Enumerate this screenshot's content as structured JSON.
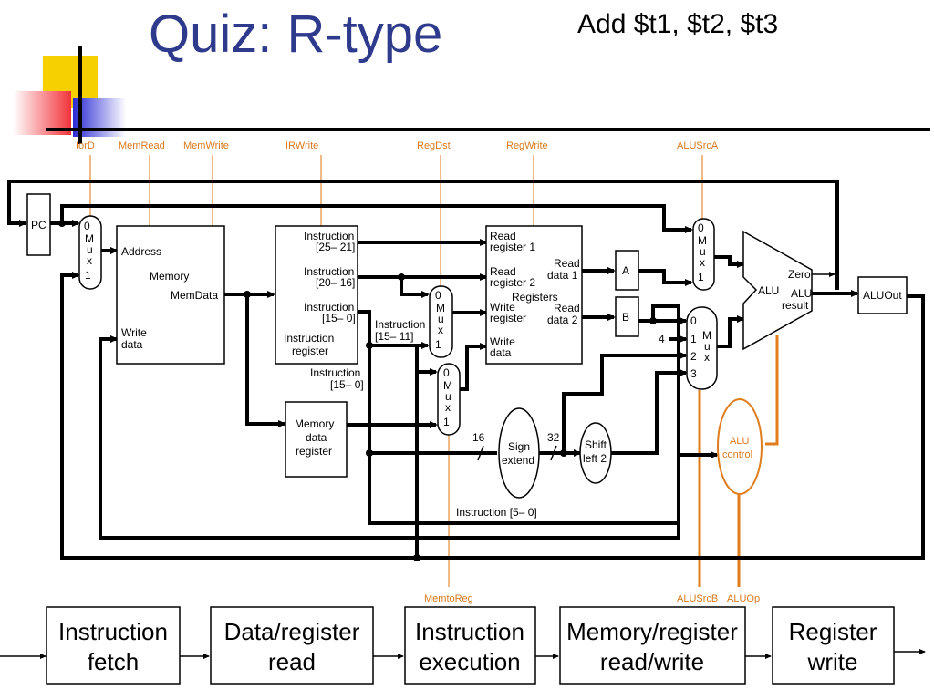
{
  "title": "Quiz: R-type",
  "subtitle": "Add $t1, $t2, $t3",
  "controls": {
    "iord": "IorD",
    "memread": "MemRead",
    "memwrite": "MemWrite",
    "irwrite": "IRWrite",
    "regdst": "RegDst",
    "regwrite": "RegWrite",
    "alusrca": "ALUSrcA",
    "memtoreg": "MemtoReg",
    "alusrcb": "ALUSrcB",
    "aluop": "ALUOp"
  },
  "blocks": {
    "pc": "PC",
    "memory": {
      "address": "Address",
      "name": "Memory",
      "memdata": "MemData",
      "write": "Write",
      "data": "data"
    },
    "ir": {
      "i1a": "Instruction",
      "i1b": "[25– 21]",
      "i2a": "Instruction",
      "i2b": "[20– 16]",
      "i3a": "Instruction",
      "i3b": "[15– 0]",
      "n1": "Instruction",
      "n2": "register"
    },
    "mdr": {
      "l1": "Memory",
      "l2": "data",
      "l3": "register"
    },
    "regs": {
      "rr1a": "Read",
      "rr1b": "register 1",
      "rr2a": "Read",
      "rr2b": "register 2",
      "name": "Registers",
      "wra": "Write",
      "wrb": "register",
      "wda": "Write",
      "wdb": "data",
      "rd1a": "Read",
      "rd1b": "data 1",
      "rd2a": "Read",
      "rd2b": "data 2"
    },
    "a": "A",
    "b": "B",
    "sign": {
      "l1": "Sign",
      "l2": "extend"
    },
    "shift": {
      "l1": "Shift",
      "l2": "left 2"
    },
    "alu": {
      "name": "ALU",
      "zero": "Zero",
      "r1": "ALU",
      "r2": "result"
    },
    "aluout": "ALUOut",
    "aluctl": {
      "l1": "ALU",
      "l2": "control"
    }
  },
  "mux": {
    "m": "M",
    "u": "u",
    "x": "x",
    "in0": "0",
    "in1": "1",
    "in2": "2",
    "in3": "3"
  },
  "wire_labels": {
    "instr1511": "Instruction",
    "instr1511b": "[15– 11]",
    "instr150": "Instruction",
    "instr150b": "[15– 0]",
    "instr50": "Instruction [5– 0]",
    "w16": "16",
    "w32": "32",
    "four": "4"
  },
  "stages": [
    "Instruction fetch",
    "Data/register read",
    "Instruction execution",
    "Memory/register read/write",
    "Register write"
  ],
  "stage_lines": [
    [
      "Instruction",
      "fetch"
    ],
    [
      "Data/register",
      "read"
    ],
    [
      "Instruction",
      "execution"
    ],
    [
      "Memory/register",
      "read/write"
    ],
    [
      "Register",
      "write"
    ]
  ],
  "colors": {
    "title": "#2e3a8c",
    "control": "#e07d1d",
    "deco_yellow": "#f6d000",
    "deco_red": "#f2333a",
    "deco_blue": "#2b2bd4"
  }
}
